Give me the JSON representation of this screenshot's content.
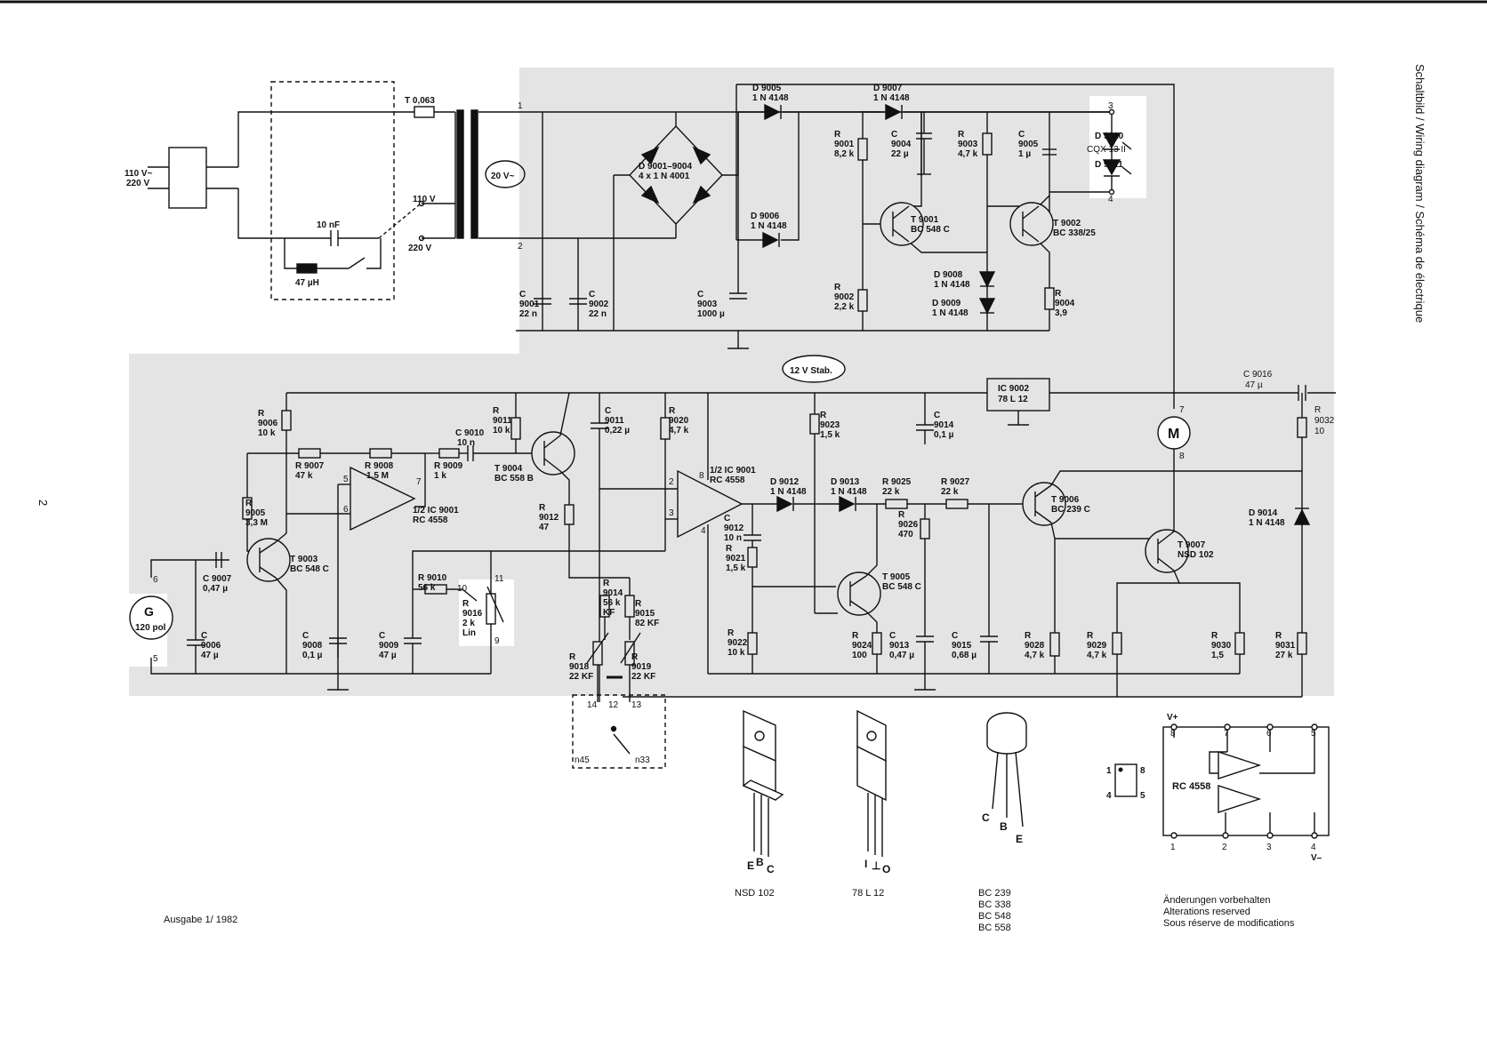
{
  "sheet": {
    "page_number": "2",
    "side_title": "Schaltbild / Wiring diagram / Schéma de électrique",
    "edition": "Ausgabe 1/ 1982",
    "notice": [
      "Änderungen vorbehalten",
      "Alterations reserved",
      "Sous réserve de modifications"
    ]
  },
  "mains": {
    "input_label": [
      "110 V~",
      "220 V"
    ],
    "fuse": "T 0,063",
    "cap": "10 nF",
    "inductor": "47 µH",
    "tap_110": "110 V",
    "tap_220": "220 V",
    "secondary": "20 V~",
    "pin1": "1",
    "pin2": "2"
  },
  "supply": {
    "bridge": [
      "D 9001–9004",
      "4 x 1 N 4001"
    ],
    "d9005": [
      "D 9005",
      "1 N 4148"
    ],
    "d9006": [
      "D 9006",
      "1 N 4148"
    ],
    "d9007": [
      "D 9007",
      "1 N 4148"
    ],
    "r9001": [
      "R",
      "9001",
      "8,2 k"
    ],
    "c9004": [
      "C",
      "9004",
      "22 µ"
    ],
    "r9003": [
      "R",
      "9003",
      "4,7 k"
    ],
    "c9005": [
      "C",
      "9005",
      "1 µ"
    ],
    "d9010": "D 9010",
    "cqx": "CQX 13 II",
    "d9011": "D 9011",
    "t9001": [
      "T 9001",
      "BC 548 C"
    ],
    "t9002": [
      "T 9002",
      "BC 338/25"
    ],
    "d9008": [
      "D 9008",
      "1 N 4148"
    ],
    "d9009": [
      "D 9009",
      "1 N 4148"
    ],
    "r9002": [
      "R",
      "9002",
      "2,2 k"
    ],
    "r9004": [
      "R",
      "9004",
      "3,9"
    ],
    "c9001": [
      "C",
      "9001",
      "22 n"
    ],
    "c9002": [
      "C",
      "9002",
      "22 n"
    ],
    "c9003": [
      "C",
      "9003",
      "1000 µ"
    ],
    "pin3": "3",
    "pin4": "4"
  },
  "stab_label": "12 V Stab.",
  "ic9002": [
    "IC 9002",
    "78 L 12"
  ],
  "c9014": [
    "C",
    "9014",
    "0,1 µ"
  ],
  "c9016": [
    "C 9016",
    "47 µ"
  ],
  "r9032": [
    "R",
    "9032",
    "10"
  ],
  "motor": {
    "symbol": "M",
    "pin7": "7",
    "pin8": "8"
  },
  "amp": {
    "r9006": [
      "R",
      "9006",
      "10 k"
    ],
    "r9005": [
      "R",
      "9005",
      "3,3 M"
    ],
    "r9007": [
      "R 9007",
      "47 k"
    ],
    "r9008": [
      "R 9008",
      "1,5 M"
    ],
    "r9009": [
      "R 9009",
      "1 k"
    ],
    "c9010": [
      "C 9010",
      "10 n"
    ],
    "ic_a": [
      "1/2 IC 9001",
      "RC 4558"
    ],
    "t9003": [
      "T 9003",
      "BC 548 C"
    ],
    "c9007": [
      "C 9007",
      "0,47 µ"
    ],
    "c9006": [
      "C",
      "9006",
      "47 µ"
    ],
    "c9008": [
      "C",
      "9008",
      "0,1 µ"
    ],
    "c9009": [
      "C",
      "9009",
      "47 µ"
    ],
    "r9010": [
      "R 9010",
      "56 k"
    ],
    "r9016": [
      "R",
      "9016",
      "2 k",
      "Lin"
    ],
    "gen": [
      "G",
      "120 pol"
    ],
    "pins": [
      "6",
      "5",
      "10",
      "11",
      "9",
      "7",
      "5",
      "6"
    ],
    "r9011": [
      "R",
      "9011",
      "10 k"
    ],
    "t9004": [
      "T 9004",
      "BC 558 B"
    ],
    "r9012": [
      "R",
      "9012",
      "47"
    ],
    "c9011": [
      "C",
      "9011",
      "0,22 µ"
    ],
    "r9020": [
      "R",
      "9020",
      "4,7 k"
    ],
    "r9014": [
      "R",
      "9014",
      "56 k",
      "KF"
    ],
    "r9015": [
      "R",
      "9015",
      "82 KF"
    ],
    "r9018": [
      "R",
      "9018",
      "22 KF"
    ],
    "r9019": [
      "R",
      "9019",
      "22 KF"
    ],
    "switch_pins": [
      "14",
      "12",
      "13",
      "n45",
      "n33"
    ]
  },
  "driver": {
    "ic_b": [
      "1/2 IC 9001",
      "RC 4558"
    ],
    "pins": [
      "8",
      "2",
      "3",
      "4"
    ],
    "c9012": [
      "C",
      "9012",
      "10 n"
    ],
    "r9021": [
      "R",
      "9021",
      "1,5 k"
    ],
    "r9022": [
      "R",
      "9022",
      "10 k"
    ],
    "d9012": [
      "D 9012",
      "1 N 4148"
    ],
    "d9013": [
      "D 9013",
      "1 N 4148"
    ],
    "r9023": [
      "R",
      "9023",
      "1,5 k"
    ],
    "r9025": [
      "R 9025",
      "22 k"
    ],
    "r9027": [
      "R 9027",
      "22 k"
    ],
    "r9026": [
      "R",
      "9026",
      "470"
    ],
    "t9005": [
      "T 9005",
      "BC 548 C"
    ],
    "r9024": [
      "R",
      "9024",
      "100"
    ],
    "c9013": [
      "C",
      "9013",
      "0,47 µ"
    ],
    "c9015": [
      "C",
      "9015",
      "0,68 µ"
    ],
    "t9006": [
      "T 9006",
      "BC 239 C"
    ],
    "t9007": [
      "T 9007",
      "NSD 102"
    ],
    "d9014": [
      "D 9014",
      "1 N 4148"
    ],
    "r9028": [
      "R",
      "9028",
      "4,7 k"
    ],
    "r9029": [
      "R",
      "9029",
      "4,7 k"
    ],
    "r9030": [
      "R",
      "9030",
      "1,5"
    ],
    "r9031": [
      "R",
      "9031",
      "27 k"
    ]
  },
  "packages": {
    "nsd102": {
      "pins": [
        "E",
        "B",
        "C"
      ],
      "name": "NSD 102"
    },
    "l78": {
      "pins": [
        "I",
        "⊥",
        "O"
      ],
      "name": "78 L 12"
    },
    "to92": {
      "pins": [
        "C",
        "B",
        "E"
      ],
      "names": [
        "BC 239",
        "BC 338",
        "BC 548",
        "BC 558"
      ]
    },
    "ic": {
      "left_pins": [
        "1",
        "4"
      ],
      "right_pins": [
        "8",
        "5"
      ]
    },
    "rc4558": {
      "name": "RC 4558",
      "vplus": "V+",
      "vminus": "V–",
      "top_pins": [
        "8",
        "7",
        "6",
        "5"
      ],
      "bottom_pins": [
        "1",
        "2",
        "3",
        "4"
      ]
    }
  }
}
